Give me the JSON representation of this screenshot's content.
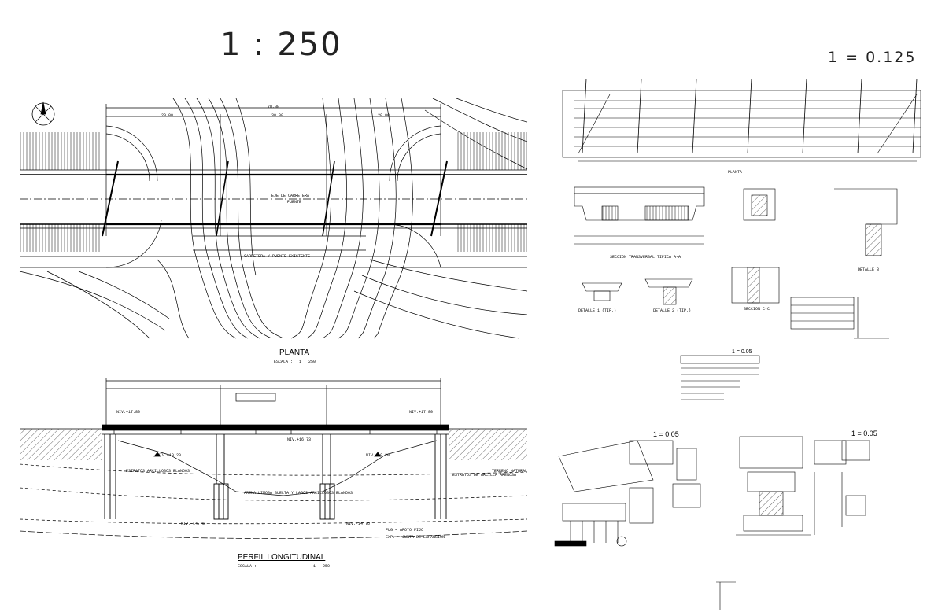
{
  "scales": {
    "main": "1 : 250",
    "right_top": "1 = 0.125",
    "detail_middle": "1 = 0.05",
    "detail_left": "1 = 0.05",
    "detail_right": "1 = 0.05"
  },
  "plan": {
    "title": "PLANTA",
    "scale_label": "ESCALA :",
    "scale_value": "1 : 250",
    "dims": [
      "20.00",
      "30.00",
      "20.00"
    ],
    "total": "70.00",
    "labels": {
      "axis": "EJE DE CARRETERA",
      "bridge": "PUENTE",
      "road_note": "CARRETERA Y PUENTE EXISTENTE"
    }
  },
  "profile": {
    "title": "PERFIL LONGITUDINAL",
    "scale_label": "ESCALA :",
    "scale_value": "1 : 250",
    "levels": {
      "left_top": "NIV.+17.80",
      "right_top": "NIV.+17.80",
      "deck": "NIV.+16.73",
      "nw_left": "NIV.+10.20",
      "nw_right": "NIV.+10.20",
      "bottom_left": "NIV.-14.76",
      "bottom_right": "NIV.-14.76"
    },
    "notes": {
      "strata_left": "ESTRATOS ARCILLOSOS BLANDOS",
      "strata_mid": "ARENA LIMOSA SUELTA Y LAGOS ARCILLOSOS BLANDOS",
      "strata_right": "ESTRATOS DE ARCILLA ARENOSA",
      "terrain": "TERRENO NATURAL",
      "legend_1": "FUG = APOYO FIJO",
      "legend_2": "EXP. = JUNTA DE EXPANSION"
    }
  },
  "right_sheet": {
    "plan_title": "PLANTA",
    "section_title": "SECCION TRANSVERSAL TIPICA A-A",
    "detail_1": "DETALLE 1 (TIP.)",
    "detail_2": "DETALLE 2 (TIP.)",
    "detail_3": "DETALLE 3",
    "section_cc": "SECCION C-C"
  }
}
